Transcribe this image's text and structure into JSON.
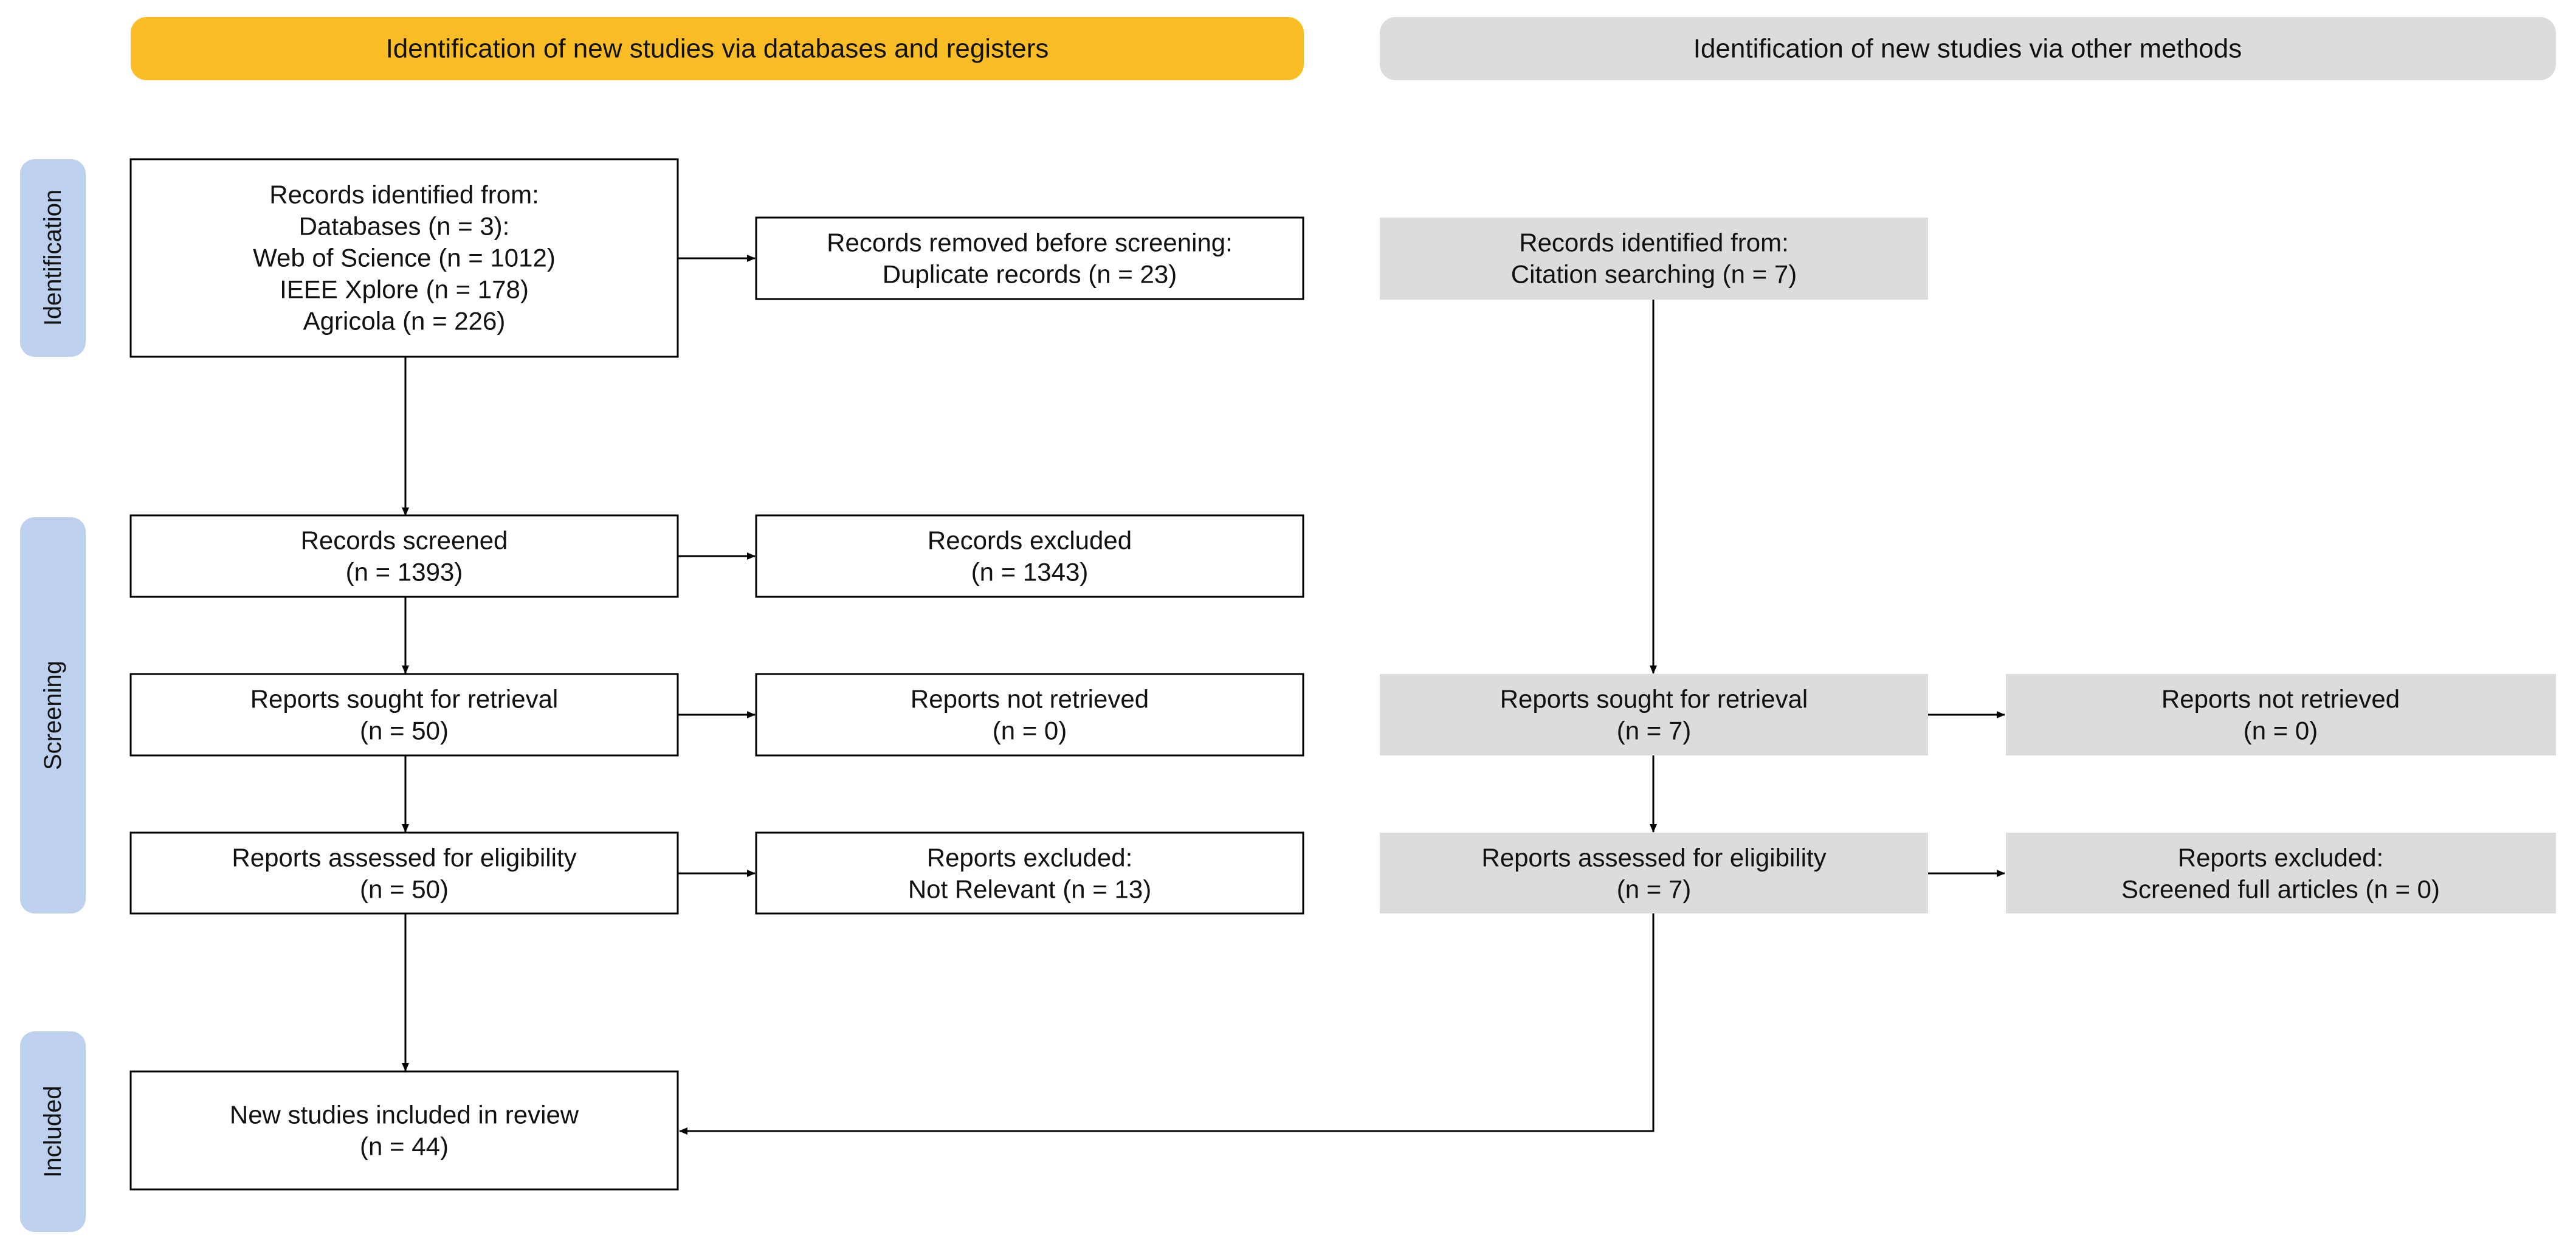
{
  "colors": {
    "primary_header": "#fbbd26",
    "other_header": "#dcdcdc",
    "phase_label": "#bdd1ee",
    "white_box": "#ffffff",
    "grey_box": "#dcdcdc",
    "line": "#000000"
  },
  "headers": {
    "databases": "Identification of new studies via databases and registers",
    "other_methods": "Identification of new studies via other methods"
  },
  "phases": {
    "identification": "Identification",
    "screening": "Screening",
    "included": "Included"
  },
  "boxes": {
    "records_identified": {
      "lines": [
        "Records identified from:",
        "Databases (n = 3):",
        "Web of Science (n = 1012)",
        "IEEE Xplore (n = 178)",
        "Agricola (n = 226)"
      ]
    },
    "records_removed": {
      "lines": [
        "Records removed before screening:",
        "Duplicate records (n = 23)"
      ]
    },
    "records_screened": {
      "lines": [
        "Records screened",
        "(n = 1393)"
      ]
    },
    "records_excluded": {
      "lines": [
        "Records excluded",
        "(n = 1343)"
      ]
    },
    "reports_sought": {
      "lines": [
        "Reports sought for retrieval",
        "(n = 50)"
      ]
    },
    "reports_not_retrieved": {
      "lines": [
        "Reports not retrieved",
        "(n = 0)"
      ]
    },
    "reports_assessed": {
      "lines": [
        "Reports assessed for eligibility",
        "(n = 50)"
      ]
    },
    "reports_excluded": {
      "lines": [
        "Reports excluded:",
        "Not Relevant (n = 13)"
      ]
    },
    "studies_included": {
      "lines": [
        "New studies included in review",
        "(n = 44)"
      ]
    },
    "other_records_identified": {
      "lines": [
        "Records identified from:",
        "Citation searching (n = 7)"
      ]
    },
    "other_reports_sought": {
      "lines": [
        "Reports sought for retrieval",
        "(n = 7)"
      ]
    },
    "other_reports_not_retrieved": {
      "lines": [
        "Reports not retrieved",
        "(n = 0)"
      ]
    },
    "other_reports_assessed": {
      "lines": [
        "Reports assessed for eligibility",
        "(n = 7)"
      ]
    },
    "other_reports_excluded": {
      "lines": [
        "Reports excluded:",
        "Screened full articles (n = 0)"
      ]
    }
  }
}
